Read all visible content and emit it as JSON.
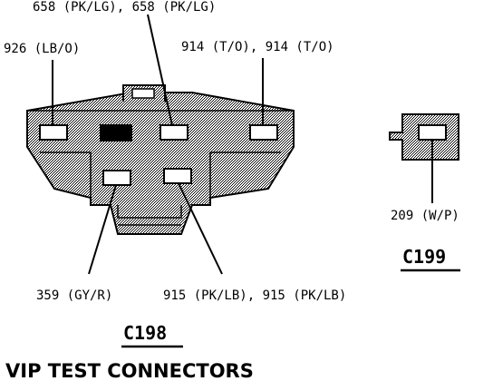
{
  "c198": {
    "name": "C198",
    "wires": {
      "top_center": "658 (PK/LG), 658 (PK/LG)",
      "left": "926 (LB/O)",
      "right": "914 (T/O), 914 (T/O)",
      "bottom_left": "359 (GY/R)",
      "bottom_right": "915 (PK/LB), 915 (PK/LB)"
    }
  },
  "c199": {
    "name": "C199",
    "wires": {
      "bottom": "209 (W/P)"
    }
  },
  "footer": {
    "title": "VIP TEST CONNECTORS"
  },
  "colors": {
    "ink": "#000000",
    "shade": "#c8c8c8",
    "paper": "#ffffff"
  }
}
